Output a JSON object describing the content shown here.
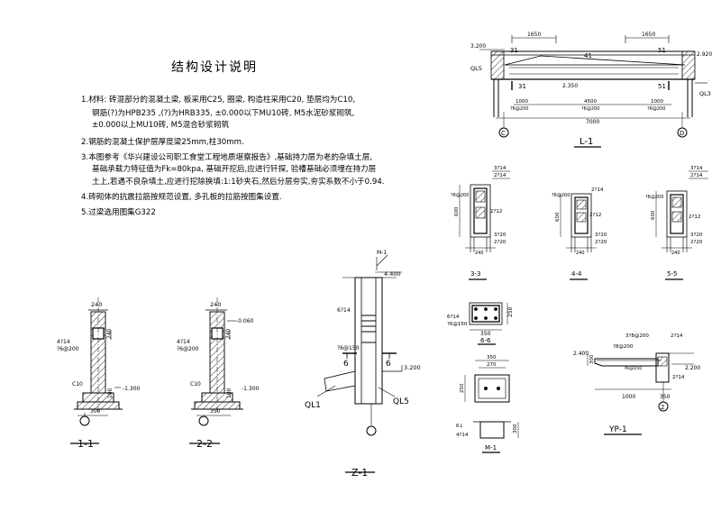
{
  "notes": {
    "title": "结构设计说明",
    "lines": [
      "1.材料: 砖混部分的混凝土梁, 板采用C25, 圈梁, 构造柱采用C20, 垫层均为C10,",
      "钢筋(?)为HPB235 ,(?)为HRB335, ±0.000以下MU10砖, M5水泥砂浆砌筑,",
      "±0.000以上MU10砖, M5混合砂浆砌筑",
      "2.钢筋的混凝土保护层厚度梁25mm,柱30mm.",
      "3.本图参考《华兴建设公司职工食堂工程地质堪察报告》,基础持力层为老的杂填土层,",
      "基础承载力特征值为Fk=80kpa, 基础开挖后,应进行钎探, 验槽基础必须埋在持力层",
      "土上,若遇不良杂填土,应进行挖除换填:1:1砂夹石,然后分层夯实,夯实系数不小于0.94.",
      "4.砖砌体的抗震拉筋按规范设置, 多孔板的拉筋按图集设置.",
      "5.过梁选用图集G322"
    ]
  },
  "section_1": {
    "title": "1-1",
    "width_top": "240",
    "height": "240",
    "rebar": "4?14",
    "stirrup": "?6@200",
    "pad": "C10",
    "level": "-1.300",
    "width_bottom": "300",
    "small_dim": "100"
  },
  "section_2": {
    "title": "2-2",
    "width_top": "240",
    "height": "240",
    "level_top": "-0.060",
    "rebar": "4?14",
    "stirrup": "?6@200",
    "pad": "C10",
    "level": "-1.300",
    "width_bottom": "350",
    "small_dim": "100"
  },
  "column_z1": {
    "title": "Z-1",
    "top_tag": "M-1",
    "level_top": "4.400",
    "rebar": "6?14",
    "stirrup": "?6@150",
    "level_mid": "3.200",
    "cut_label": "6",
    "beam_left": "QL1",
    "beam_right": "QL5"
  },
  "beam_l1": {
    "title": "L-1",
    "dim_left_top": "1650",
    "dim_right_top": "1650",
    "label_31": "31",
    "label_41": "41",
    "label_51": "51",
    "level_left": "3.200",
    "level_right": "2.920",
    "level_mid": "2.350",
    "tag_left": "QL5",
    "tag_right": "QL3",
    "dim_left": "1000",
    "dim_mid": "4500",
    "dim_right": "1000",
    "stirrup_left": "?6@200",
    "stirrup_mid": "?6@200",
    "stirrup_right": "?6@200",
    "dim_total": "7000",
    "axis_left": "C",
    "axis_right": "D"
  },
  "section_3": {
    "title": "3-3",
    "top_rebar": "3?14",
    "top_rebar2": "2?14",
    "stirrup": "?6@200",
    "side": "2?12",
    "height": "600",
    "bottom1": "3?20",
    "bottom2": "2?20",
    "width": "240"
  },
  "section_4": {
    "title": "4-4",
    "top_rebar": "2?14",
    "stirrup": "?6@200",
    "side": "2?12",
    "height": "600",
    "bottom1": "3?20",
    "bottom2": "2?20",
    "width": "240"
  },
  "section_5": {
    "title": "5-5",
    "top_rebar": "3?14",
    "top_rebar2": "2?14",
    "stirrup": "?6@200",
    "side": "2?12",
    "height": "600",
    "bottom1": "3?20",
    "bottom2": "2?20",
    "width": "240"
  },
  "section_6": {
    "title": "6-6",
    "rebar": "6?14",
    "stirrup": "?6@150",
    "width": "350",
    "height": "250"
  },
  "detail_m1": {
    "title": "M-1",
    "top_dim": "350",
    "inner_dim": "270",
    "side_dim": "250",
    "rebar_left": "4?14",
    "dim_small": "6↓",
    "height_right": "300"
  },
  "detail_yp1": {
    "title": "YP-1",
    "top1": "3?8@200",
    "top2": "2?14",
    "mid1": "?8@200",
    "mid2": "?6@150",
    "level_left": "2.400",
    "level_right": "2.200",
    "side_dim": "300",
    "span": "1000",
    "depth": "350",
    "bottom": "2?14",
    "axis": "2"
  }
}
